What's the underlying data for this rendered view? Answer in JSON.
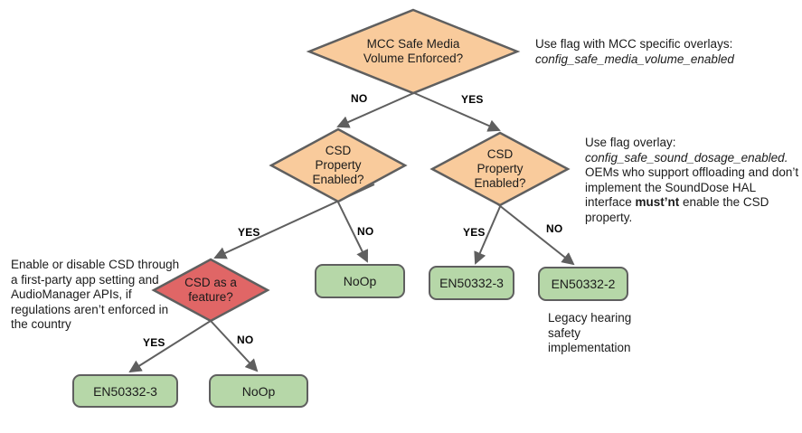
{
  "colors": {
    "decision_fill": "#f9cb9c",
    "warning_fill": "#e06666",
    "terminal_fill": "#b6d7a8",
    "stroke": "#5f5f5f",
    "text": "#111111"
  },
  "edge_labels": {
    "yes": "YES",
    "no": "NO"
  },
  "nodes": {
    "mcc_enforced": "MCC Safe Media Volume Enforced?",
    "csd_property_left": "CSD Property Enabled?",
    "csd_property_right": "CSD Property Enabled?",
    "csd_feature": "CSD as a feature?",
    "noop_mid": "NoOp",
    "en50332_3_right": "EN50332-3",
    "en50332_2_right": "EN50332-2",
    "en50332_3_bottom": "EN50332-3",
    "noop_bottom": "NoOp"
  },
  "annotations": {
    "mcc_flag": {
      "text": "Use flag with MCC specific overlays:",
      "flag": "config_safe_media_volume_enabled"
    },
    "csd_flag": {
      "intro": "Use flag overlay:",
      "flag": "config_safe_sound_dosage_enabled.",
      "body": "OEMs who support offloading and don’t implement the SoundDose HAL interface ",
      "emphasis": "must’nt",
      "body_end": " enable the CSD property."
    },
    "enable_disable": "Enable or disable CSD through a first-party app setting and AudioManager APIs,  if regulations aren’t enforced in the country",
    "legacy": "Legacy hearing safety implementation"
  }
}
